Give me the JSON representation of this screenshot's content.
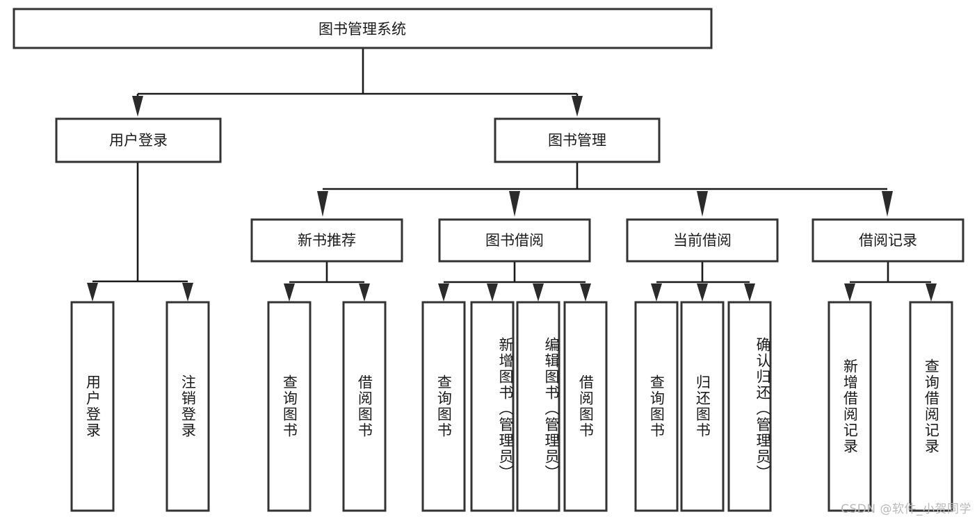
{
  "diagram": {
    "title": "图书管理系统",
    "type": "hierarchy-tree",
    "orientation": "top-down",
    "levels": 4,
    "root": {
      "id": "root",
      "label": "图书管理系统",
      "orientation": "horizontal"
    },
    "level2": [
      {
        "id": "user-login",
        "label": "用户登录",
        "orientation": "horizontal"
      },
      {
        "id": "book-manage",
        "label": "图书管理",
        "orientation": "horizontal"
      }
    ],
    "level3": [
      {
        "id": "new-book-recommend",
        "label": "新书推荐",
        "parent": "book-manage",
        "orientation": "horizontal"
      },
      {
        "id": "book-borrow",
        "label": "图书借阅",
        "parent": "book-manage",
        "orientation": "horizontal"
      },
      {
        "id": "current-borrow",
        "label": "当前借阅",
        "parent": "book-manage",
        "orientation": "horizontal"
      },
      {
        "id": "borrow-record",
        "label": "借阅记录",
        "parent": "book-manage",
        "orientation": "horizontal"
      }
    ],
    "leaves": [
      {
        "id": "leaf-user-login",
        "label": "用户登录",
        "parent": "user-login",
        "orientation": "vertical"
      },
      {
        "id": "leaf-logout-login",
        "label": "注销登录",
        "parent": "user-login",
        "orientation": "vertical"
      },
      {
        "id": "leaf-query-book-1",
        "label": "查询图书",
        "parent": "new-book-recommend",
        "orientation": "vertical"
      },
      {
        "id": "leaf-borrow-book-1",
        "label": "借阅图书",
        "parent": "new-book-recommend",
        "orientation": "vertical"
      },
      {
        "id": "leaf-query-book-2",
        "label": "查询图书",
        "parent": "book-borrow",
        "orientation": "vertical"
      },
      {
        "id": "leaf-add-book",
        "label": "新增图书（管理员）",
        "parent": "book-borrow",
        "orientation": "vertical"
      },
      {
        "id": "leaf-edit-book",
        "label": "编辑图书（管理员）",
        "parent": "book-borrow",
        "orientation": "vertical"
      },
      {
        "id": "leaf-borrow-book-2",
        "label": "借阅图书",
        "parent": "book-borrow",
        "orientation": "vertical"
      },
      {
        "id": "leaf-query-book-3",
        "label": "查询图书",
        "parent": "current-borrow",
        "orientation": "vertical"
      },
      {
        "id": "leaf-return-book",
        "label": "归还图书",
        "parent": "current-borrow",
        "orientation": "vertical"
      },
      {
        "id": "leaf-confirm-return",
        "label": "确认归还（管理员）",
        "parent": "current-borrow",
        "orientation": "vertical"
      },
      {
        "id": "leaf-add-record",
        "label": "新增借阅记录",
        "parent": "borrow-record",
        "orientation": "vertical"
      },
      {
        "id": "leaf-query-record",
        "label": "查询借阅记录",
        "parent": "borrow-record",
        "orientation": "vertical"
      }
    ]
  },
  "watermark": {
    "text": "CSDN @软件_小贺同学"
  },
  "colors": {
    "background": "#ffffff",
    "box_stroke": "#333333",
    "connector": "#1a1a1a",
    "text": "#1a1a1a",
    "watermark": "#b9b9b9"
  }
}
